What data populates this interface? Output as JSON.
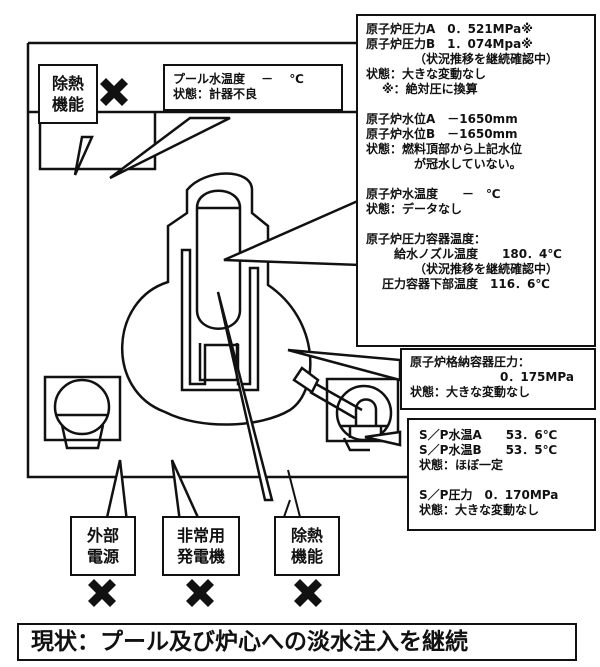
{
  "reactor_pressure_box": {
    "line1": "原子炉圧力A　0．521MPa※",
    "line2": "原子炉圧力B　1．074Mpa※",
    "line3": "（状況推移を継続確認中）",
    "line4": "状態：大きな変動なし",
    "line5": "※：絶対圧に換算",
    "line6": "原子炉水位A　－1650mm",
    "line7": "原子炉水位B　－1650mm",
    "line8": "状態：燃料頂部から上記水位",
    "line9": "が冠水していない。",
    "line10": "原子炉水温度　　－　℃",
    "line11": "状態：データなし",
    "line12": "原子炉圧力容器温度：",
    "line13": "給水ノズル温度　　180．4℃",
    "line14": "（状況推移を継続確認中）",
    "line15": "圧力容器下部温度　116．6℃"
  },
  "pool_box": {
    "line1": "プール水温度　 －　 ℃",
    "line2": "状態：計器不良"
  },
  "heat_removal_top": {
    "line1": "除熱",
    "line2": "機能",
    "status": "failed"
  },
  "containment_box": {
    "line1": "原子炉格納容器圧力：",
    "line2": "0．175MPa",
    "line3": "状態：大きな変動なし"
  },
  "sp_box": {
    "line1": "S／P水温A　　53．6℃",
    "line2": "S／P水温B　　53．5℃",
    "line3": "状態：ほぼ一定",
    "line4": "S／P圧力　0．170MPa",
    "line5": "状態：大きな変動なし"
  },
  "bottom_labels": [
    {
      "line1": "外部",
      "line2": "電源",
      "status": "failed"
    },
    {
      "line1": "非常用",
      "line2": "発電機",
      "status": "failed"
    },
    {
      "line1": "除熱",
      "line2": "機能",
      "status": "failed"
    }
  ],
  "status_bar": {
    "text": "現状：プール及び炉心への淡水注入を継続"
  },
  "colors": {
    "line": "#111111",
    "background": "#ffffff",
    "failure_mark": "#111111"
  }
}
